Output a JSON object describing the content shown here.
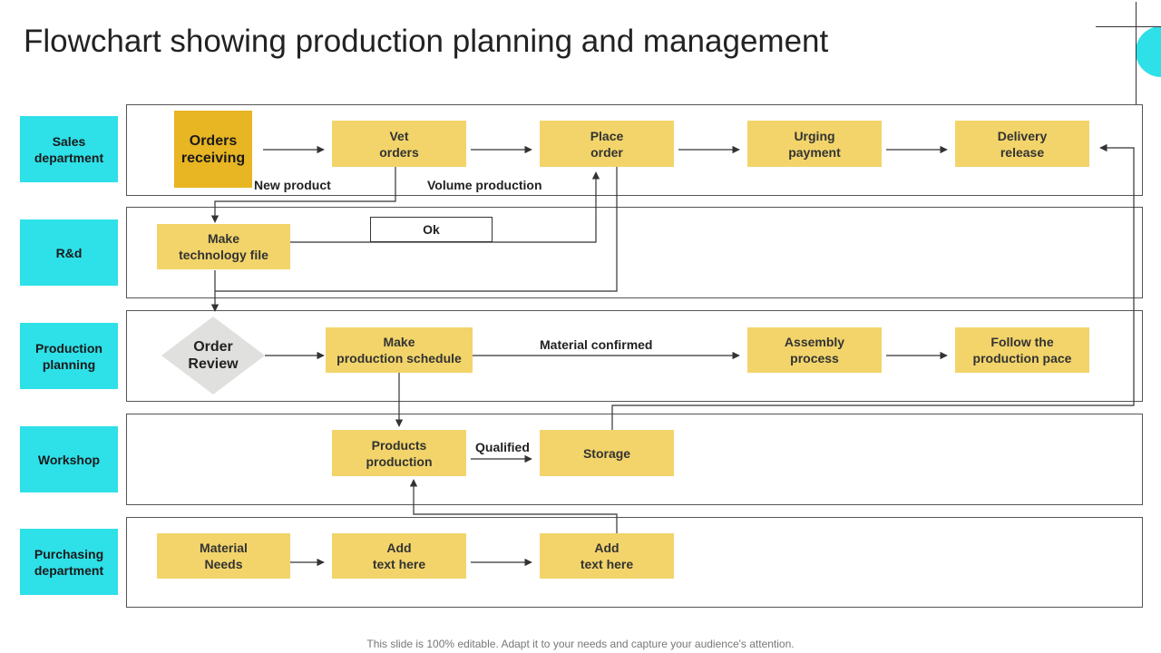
{
  "title": "Flowchart showing production planning and management",
  "footer": "This slide is 100% editable. Adapt it to your needs and capture your audience's attention.",
  "colors": {
    "lane_label_bg": "#2EE0E8",
    "node_bg": "#F2D46A",
    "node_dark_bg": "#E8B523",
    "diamond_bg": "#E0E0DE",
    "accent": "#2EE0E8"
  },
  "lanes": [
    {
      "label": "Sales\ndepartment"
    },
    {
      "label": "R&d"
    },
    {
      "label": "Production\nplanning"
    },
    {
      "label": "Workshop"
    },
    {
      "label": "Purchasing\ndepartment"
    }
  ],
  "nodes": {
    "orders_receiving": "Orders\nreceiving",
    "vet_orders": "Vet\norders",
    "place_order": "Place\norder",
    "urging_payment": "Urging\npayment",
    "delivery_release": "Delivery\nrelease",
    "make_technology_file": "Make\ntechnology file",
    "order_review": "Order\nReview",
    "make_production_schedule": "Make\nproduction schedule",
    "assembly_process": "Assembly\nprocess",
    "follow_production_pace": "Follow the\nproduction pace",
    "products_production": "Products\nproduction",
    "storage": "Storage",
    "material_needs": "Material\nNeeds",
    "add_text_1": "Add\ntext here",
    "add_text_2": "Add\ntext here"
  },
  "edge_labels": {
    "new_product": "New product",
    "volume_production": "Volume production",
    "ok": "Ok",
    "material_confirmed": "Material confirmed",
    "qualified": "Qualified"
  }
}
